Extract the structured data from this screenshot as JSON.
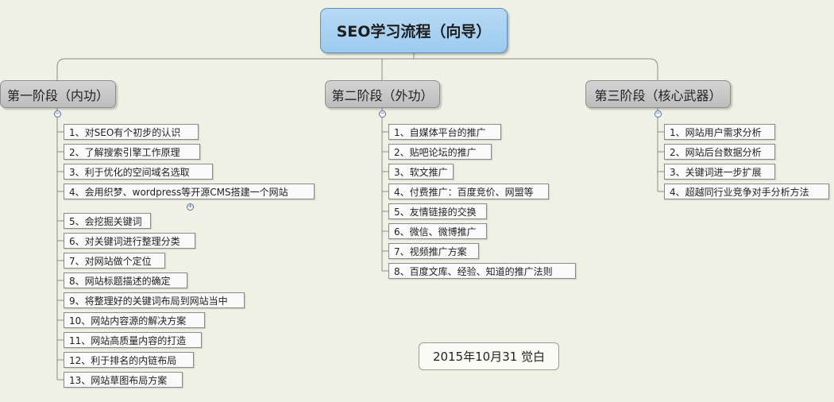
{
  "central_topic": "SEO学习流程（向导）",
  "branches": [
    {
      "label": "第一阶段（内功）",
      "items": [
        "1、对SEO有个初步的认识",
        "2、了解搜索引擎工作原理",
        "3、利于优化的空间域名选取",
        "4、会用织梦、wordpress等开源CMS搭建一个网站",
        "5、会挖掘关键词",
        "6、对关键词进行整理分类",
        "7、对网站做个定位",
        "8、网站标题描述的确定",
        "9、将整理好的关键词布局到网站当中",
        "10、网站内容源的解决方案",
        "11、网站高质量内容的打造",
        "12、利于排名的内链布局",
        "13、网站草图布局方案"
      ]
    },
    {
      "label": "第二阶段（外功）",
      "items": [
        "1、自媒体平台的推广",
        "2、贴吧论坛的推广",
        "3、软文推广",
        "4、付费推广：百度竞价、网盟等",
        "5、友情链接的交换",
        "6、微信、微博推广",
        "7、视频推广方案",
        "8、百度文库、经验、知道的推广法则"
      ]
    },
    {
      "label": "第三阶段（核心武器）",
      "items": [
        "1、网站用户需求分析",
        "2、网站后台数据分析",
        "3、关键词进一步扩展",
        "4、超越同行业竞争对手分析方法"
      ]
    }
  ],
  "signature": "2015年10月31  觉白",
  "colors": {
    "background": "#eef1e3",
    "central_fill": "#a8d2f2",
    "branch_fill": "#c8c8c8",
    "connector": "#8c8c8c"
  },
  "icons": {
    "collapse": "minus-circle-icon",
    "expand": "plus-circle-icon"
  }
}
